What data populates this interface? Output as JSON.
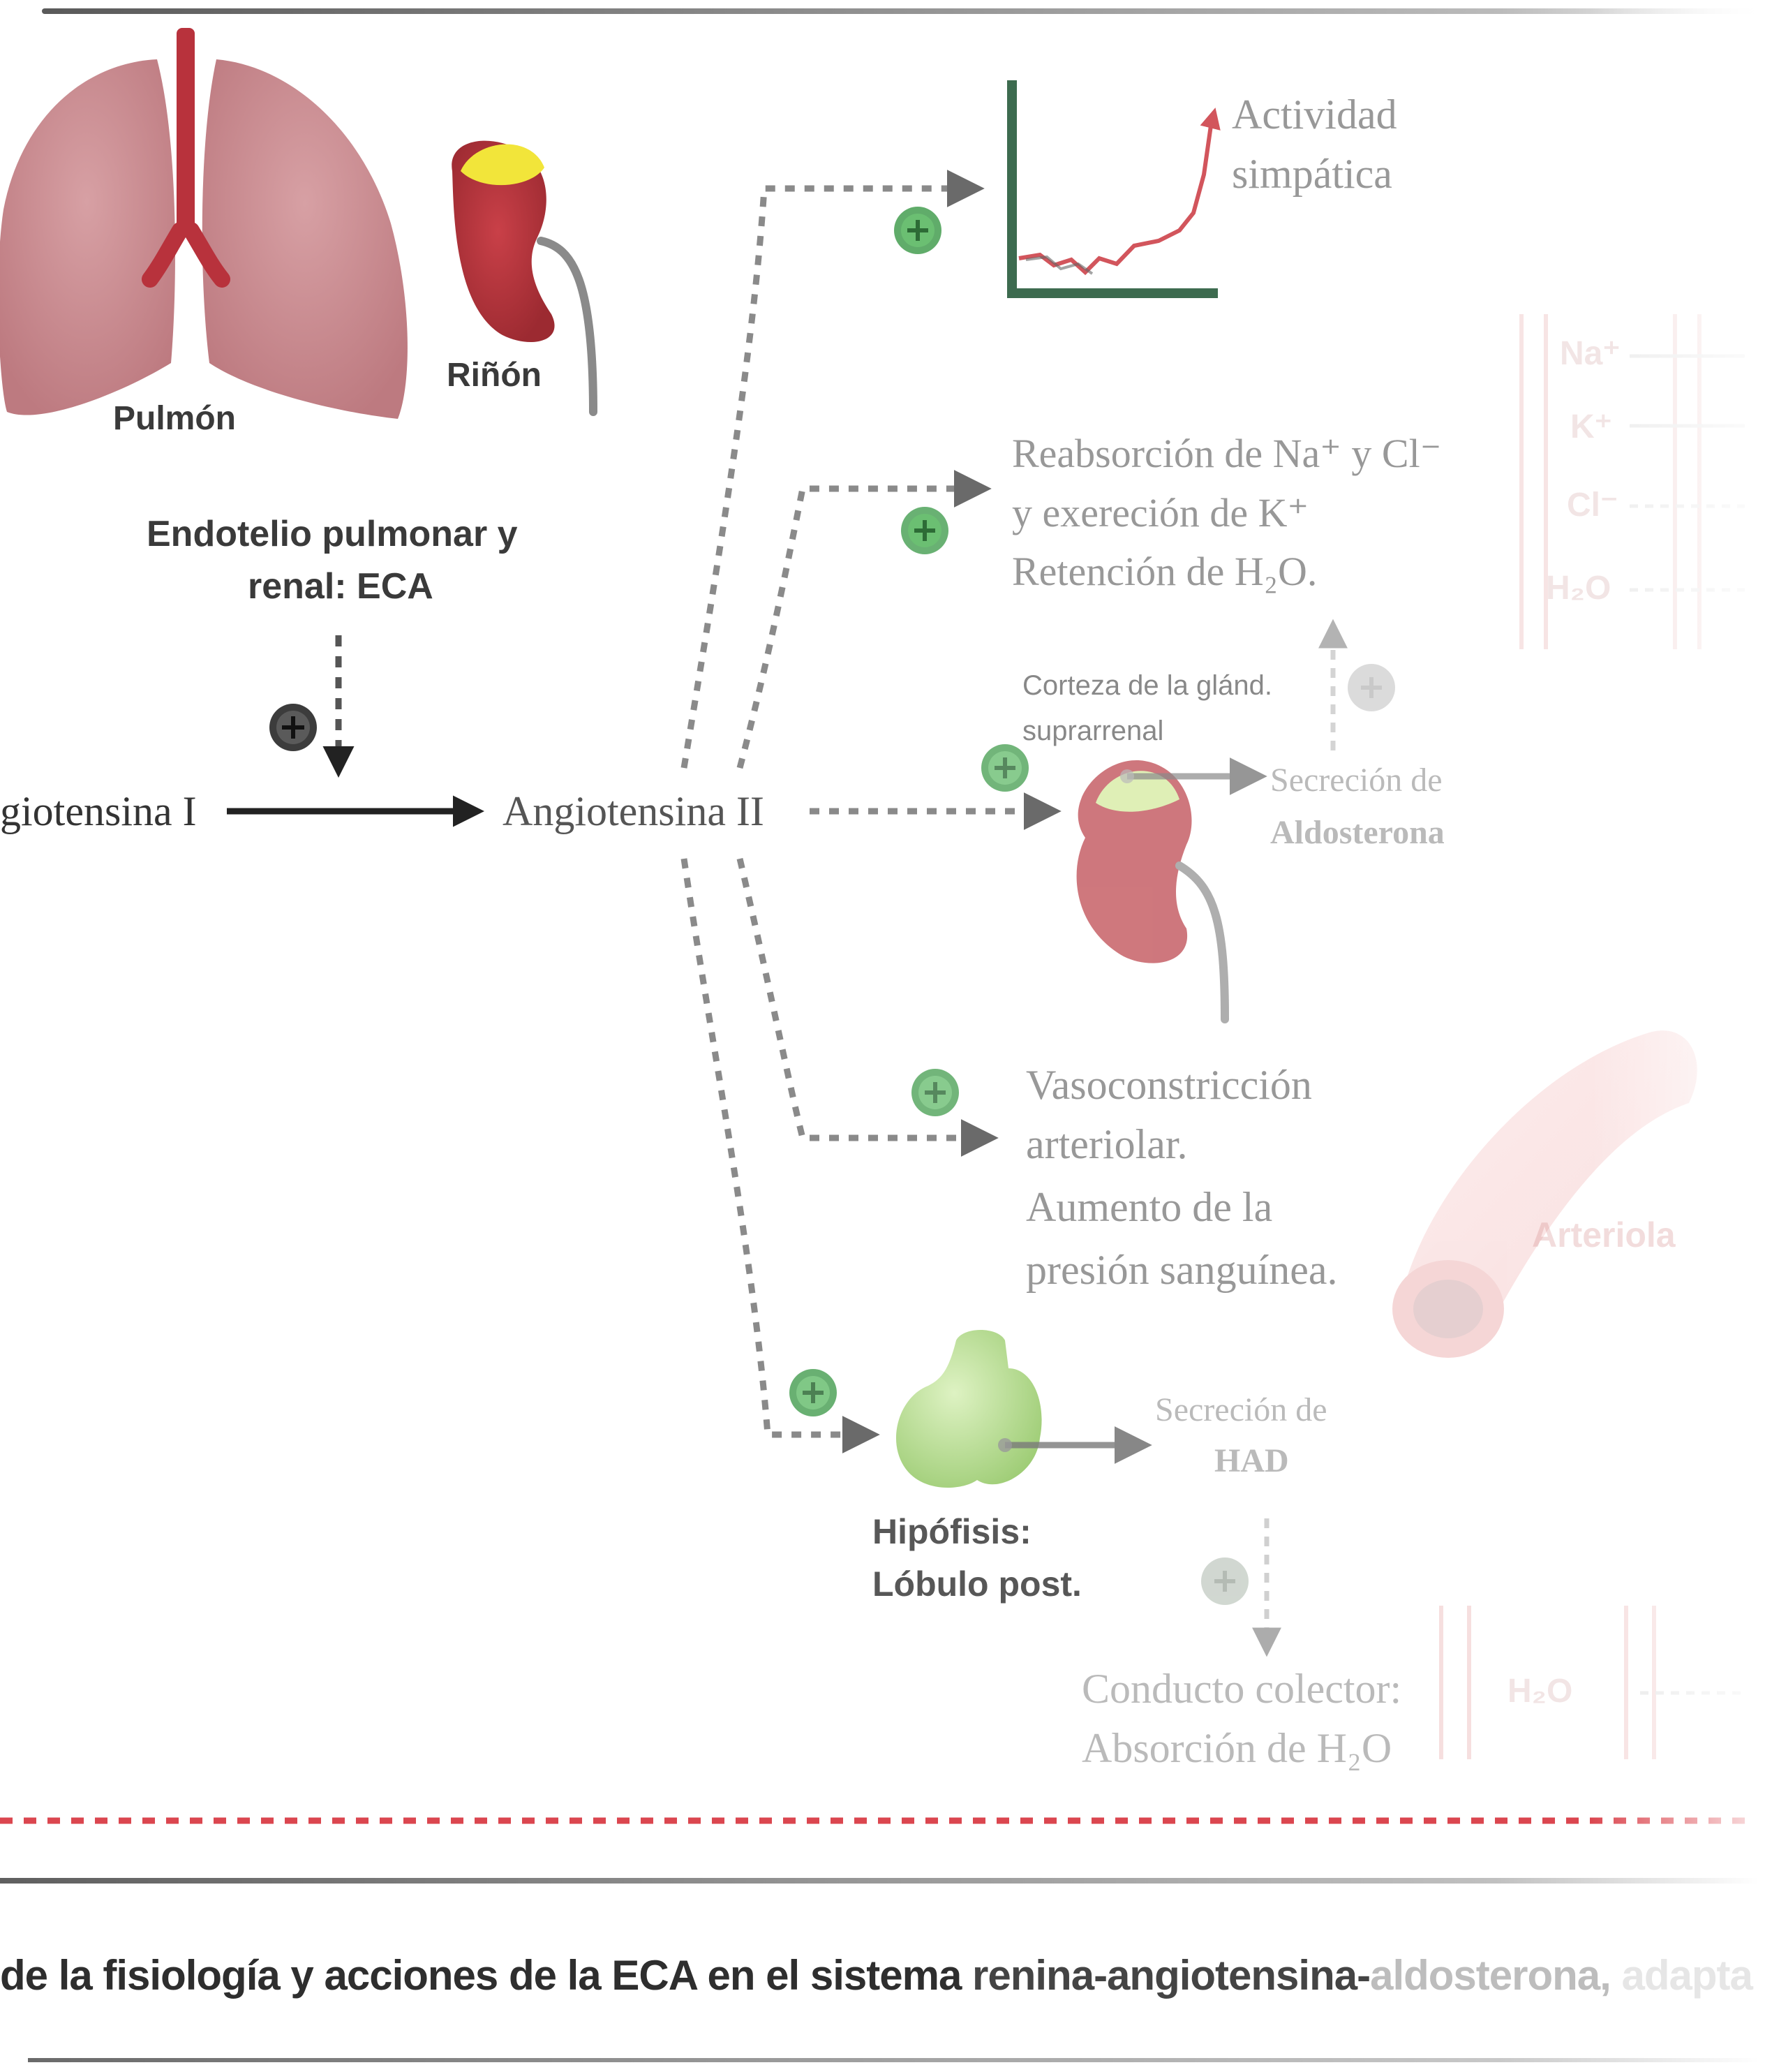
{
  "labels": {
    "pulmon": "Pulmón",
    "rinon": "Riñón",
    "endotelio_line1": "Endotelio pulmonar y",
    "endotelio_line2": "renal: ECA",
    "angiotensina_i": "giotensina I",
    "angiotensina_ii": "Angiotensina II",
    "actividad_line1": "Actividad",
    "actividad_line2": "simpática",
    "reabs_line1": "Reabsorción de Na⁺ y Cl⁻",
    "reabs_line2": "y exereción de K⁺",
    "reabs_line3": "Retención de H₂O.",
    "corteza_line1": "Corteza de la glánd.",
    "corteza_line2": "suprarrenal",
    "secrecion_aldo_line1": "Secreción de",
    "secrecion_aldo_line2": "Aldosterona",
    "vaso_line1": "Vasoconstricción",
    "vaso_line2": "arteriolar.",
    "vaso_line3": "Aumento de la",
    "vaso_line4": "presión sanguínea.",
    "arteriola": "Arteriola",
    "hipofisis_line1": "Hipófisis:",
    "hipofisis_line2": "Lóbulo post.",
    "secrecion_had_line1": "Secreción de",
    "secrecion_had_line2": "HAD",
    "conducto_line1": "Conducto colector:",
    "conducto_line2": "Absorción de H₂O",
    "ion_na": "Na⁺",
    "ion_k": "K⁺",
    "ion_cl": "Cl⁻",
    "ion_h2o": "H₂O",
    "ion_h2o_b": "H₂O"
  },
  "caption": {
    "part1": "de la fisiología y acciones  de la ECA en el sistema ",
    "part2": "renina-angiotensina-",
    "part3": "aldosterona, ",
    "part4": "adapta"
  },
  "colors": {
    "lung": "#c98a8f",
    "trachea": "#b8323c",
    "kidney": "#b3333a",
    "adrenal": "#f0e23a",
    "plus_green": "#4fa35a",
    "pituitary": "#a8d37a",
    "arteriole": "#f1b3b3",
    "graph_axis": "#3d6b4f",
    "graph_line": "#d2555c",
    "red_dash": "#d8323c"
  }
}
